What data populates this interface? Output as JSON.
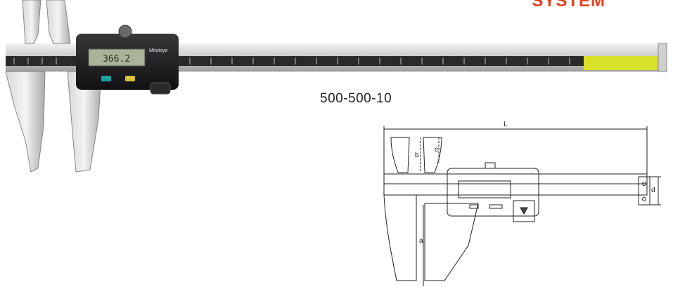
{
  "header": {
    "title": "SYSTEM"
  },
  "product": {
    "model": "500-500-10"
  },
  "display": {
    "reading": "366.2"
  },
  "instrument": {
    "brand": "Mitutoyo"
  },
  "diagram": {
    "labels": {
      "L": "L",
      "a": "a",
      "b": "b",
      "c": "c",
      "d": "d"
    }
  },
  "colors": {
    "title": "#e8401c",
    "lcd": "#a9b39a",
    "body": "#1c1c1e",
    "yellow_label": "#d9e02a"
  }
}
